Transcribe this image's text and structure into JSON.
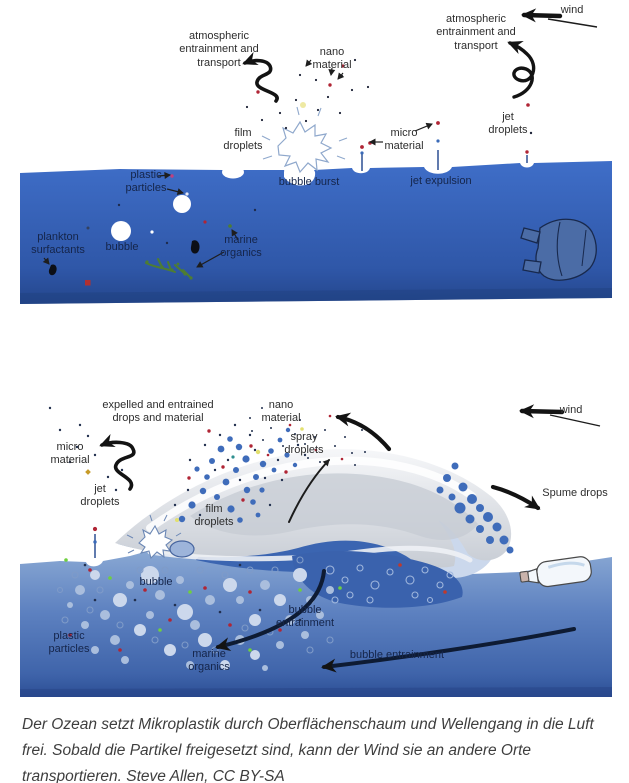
{
  "colors": {
    "ocean_top": "#3f6ec8",
    "ocean_top_deep": "#2f57a8",
    "ocean_top_floor": "#24468c",
    "ocean_b_surface": "#8fadd6",
    "ocean_b_mid": "#5d81c0",
    "ocean_b_deep": "#3f64aa",
    "ocean_b_floor": "#2c4e95",
    "foam_light": "#f6f7f9",
    "foam_shadow": "#c7ccd4",
    "wave_face": "#3b65b1",
    "wave_face_dark": "#2c519b",
    "barrel": "#cbd8ec",
    "droplet_blue": "#3f6cba",
    "bubble_light": "#ccd8ec",
    "particle_red": "#b02535",
    "particle_yellow": "#e3e06e",
    "particle_green": "#4d8f3c",
    "ink": "#1a1a1a"
  },
  "panel_top": {
    "labels": {
      "wind": "wind",
      "atmospheric": "atmospheric entrainment and transport",
      "nano": "nano material",
      "jet_droplets": "jet droplets",
      "film_droplets": "film droplets",
      "micro": "micro material",
      "bubble_burst": "bubble burst",
      "jet_expulsion": "jet expulsion",
      "plastic_particles": "plastic particles",
      "plankton": "plankton surfactants",
      "bubble": "bubble",
      "marine": "marine organics"
    }
  },
  "panel_bottom": {
    "labels": {
      "expelled": "expelled and entrained drops and material",
      "micro": "micro material",
      "jet_droplets": "jet droplets",
      "film_droplets": "film droplets",
      "nano": "nano material",
      "spray": "spray droplets",
      "wind": "wind",
      "spume": "Spume drops",
      "bubble": "bubble",
      "plastic_particles": "plastic particles",
      "marine": "marine organics",
      "bubble_entrainment": "bubble entrainment"
    }
  },
  "caption": {
    "text": "Der Ozean setzt Mikroplastik durch Oberflächenschaum und Wellengang in die Luft frei. Sobald die Partikel freigesetzt sind, kann der Wind sie an andere Orte transportieren. Steve Allen, CC BY-SA"
  }
}
